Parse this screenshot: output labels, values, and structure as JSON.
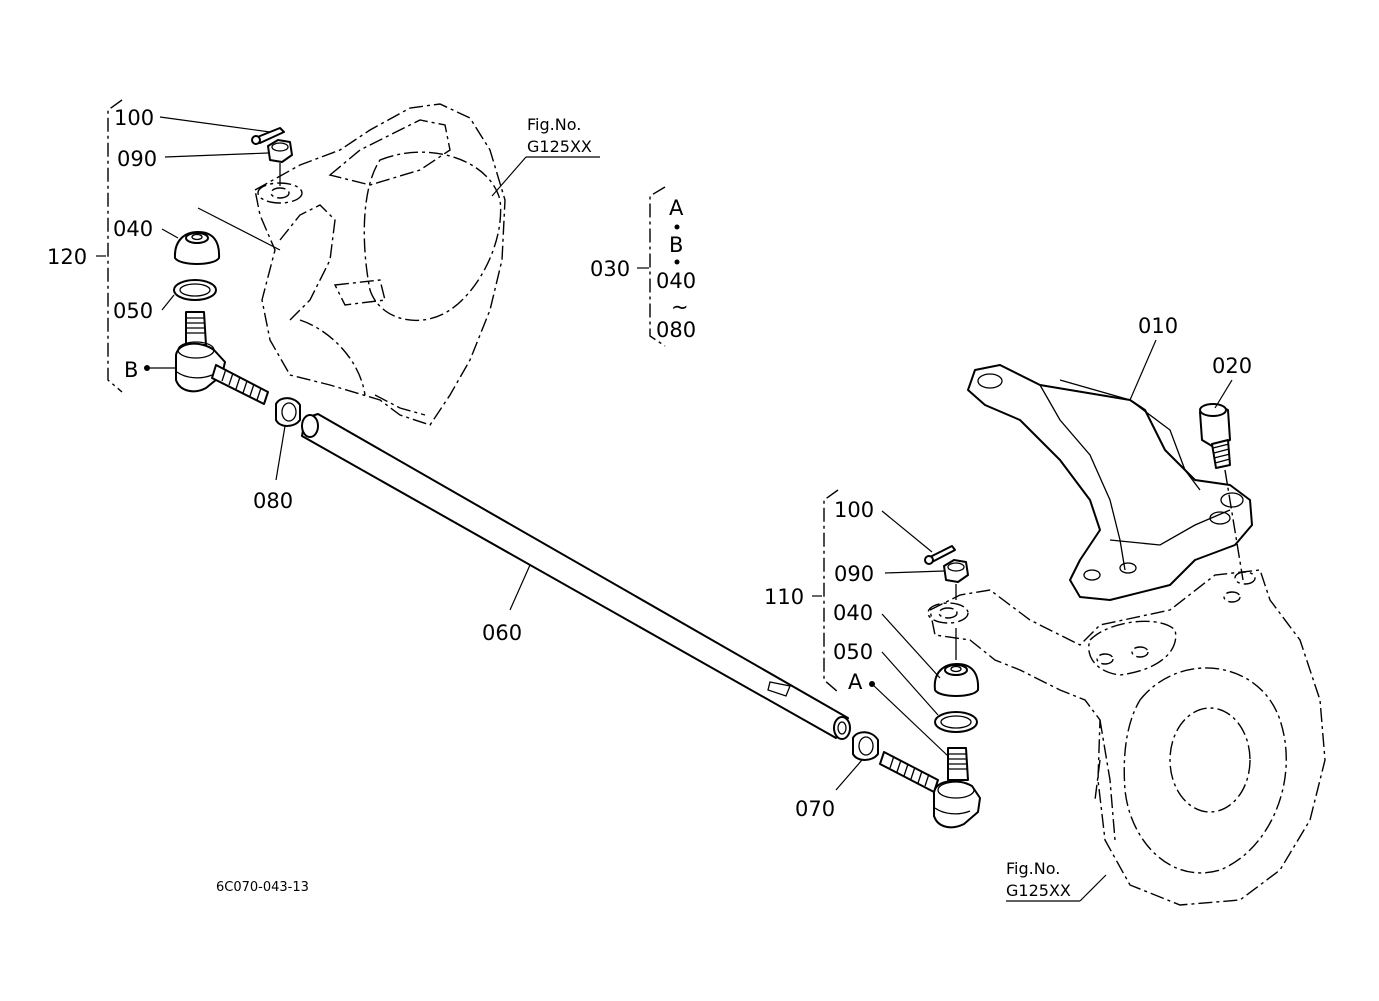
{
  "labels": {
    "p100_left": "100",
    "p090_left": "090",
    "p040_left": "040",
    "p050_left": "050",
    "p120": "120",
    "pB_left": "B",
    "p080_bottom": "080",
    "p060": "060",
    "p030": "030",
    "grp_A": "A",
    "grp_B": "B",
    "grp_040": "040",
    "grp_tilde": "~",
    "grp_080": "080",
    "p010": "010",
    "p020": "020",
    "p100_right": "100",
    "p090_right": "090",
    "p110": "110",
    "p040_right": "040",
    "p050_right": "050",
    "pA_right": "A",
    "p070": "070"
  },
  "figref_top": {
    "line1": "Fig.No.",
    "line2": "G125XX"
  },
  "figref_bottom": {
    "line1": "Fig.No.",
    "line2": "G125XX"
  },
  "drawing_code": "6C070-043-13"
}
